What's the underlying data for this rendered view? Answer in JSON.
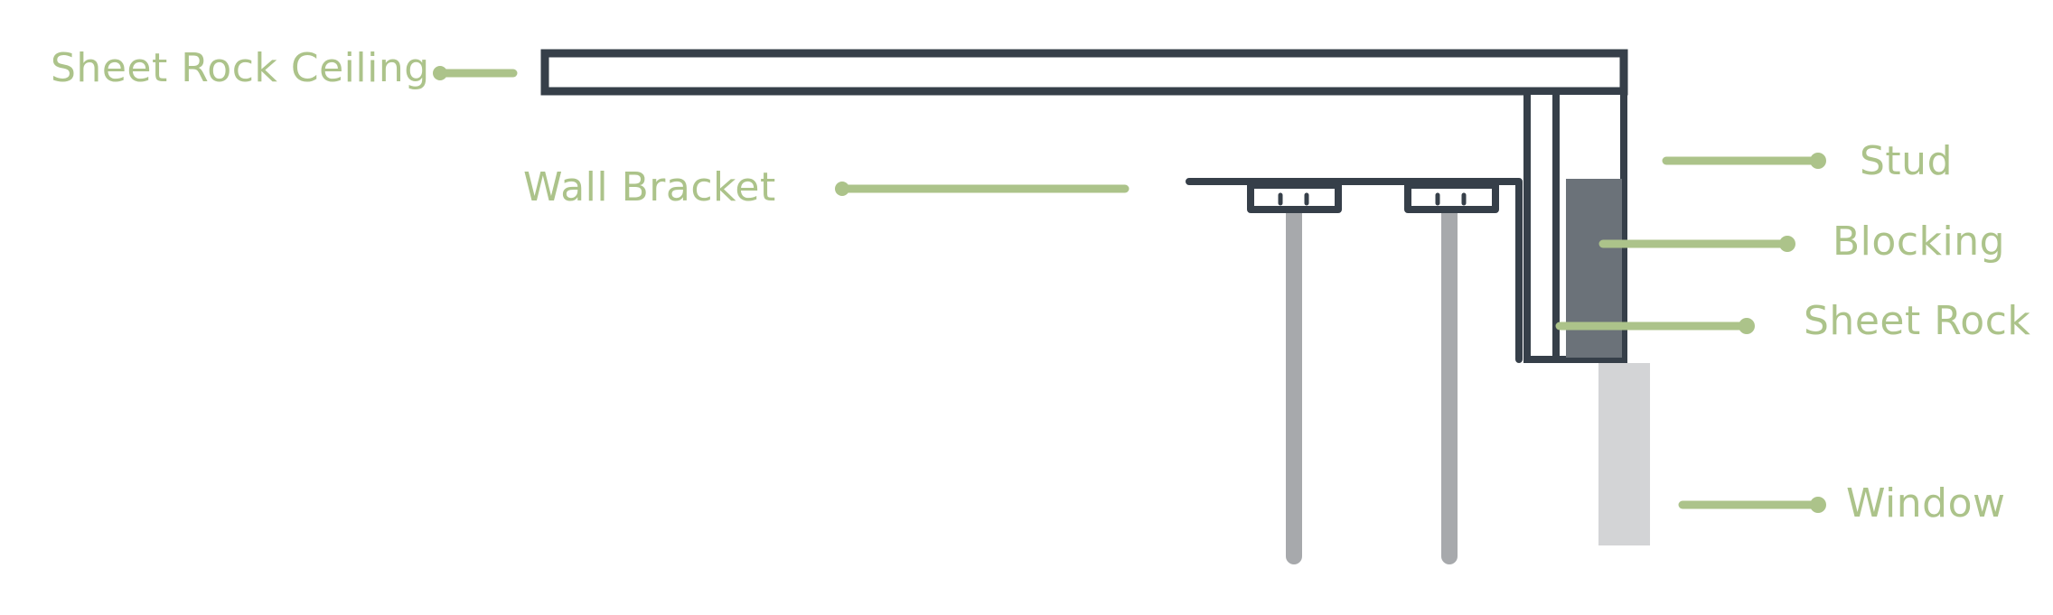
{
  "labels": {
    "sheet_rock_ceiling": "Sheet Rock Ceiling",
    "wall_bracket": "Wall Bracket",
    "stud": "Stud",
    "blocking": "Blocking",
    "sheet_rock": "Sheet Rock",
    "window": "Window"
  },
  "colors": {
    "label": "#acc38a",
    "leader": "#acc38a",
    "outline": "#363f49",
    "blocking_fill": "#6b7279",
    "rod": "#a7a9ac",
    "window_fill": "#d3d4d6",
    "background": "#ffffff"
  }
}
